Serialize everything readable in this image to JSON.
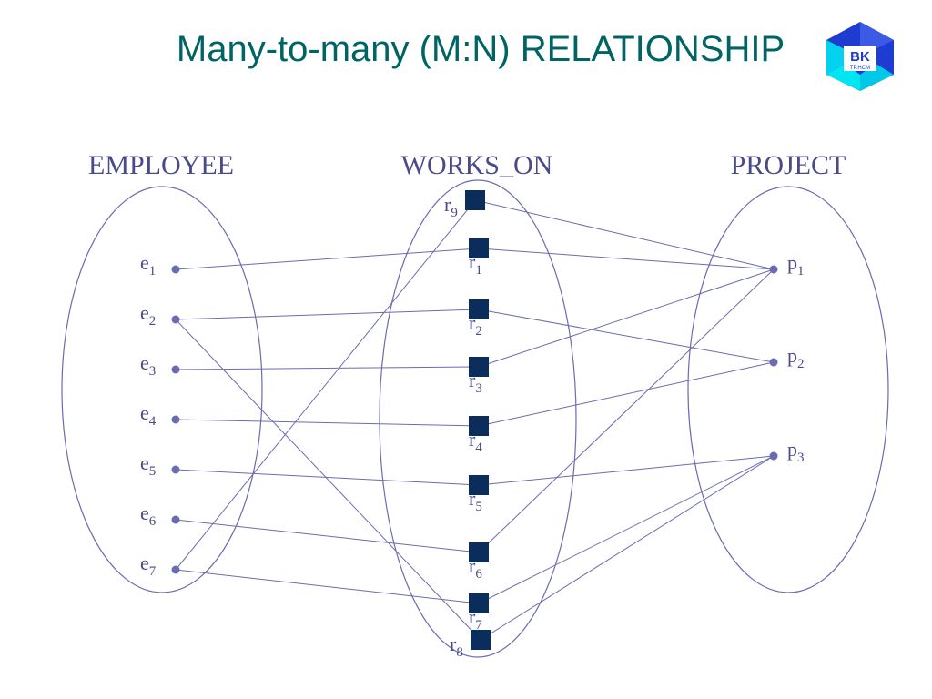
{
  "title": "Many-to-many (M:N) RELATIONSHIP",
  "logo": {
    "text": "BK",
    "subtext": "TP.HCM"
  },
  "colors": {
    "title": "#006464",
    "line": "#6b6bb0",
    "node": "#6b6bb0",
    "relation": "#0a2d5c",
    "label": "#4a4a8a"
  },
  "sets": [
    {
      "id": "employee",
      "label": "EMPLOYEE"
    },
    {
      "id": "works_on",
      "label": "WORKS_ON"
    },
    {
      "id": "project",
      "label": "PROJECT"
    }
  ],
  "employees": [
    {
      "id": "e1",
      "base": "e",
      "sub": "1"
    },
    {
      "id": "e2",
      "base": "e",
      "sub": "2"
    },
    {
      "id": "e3",
      "base": "e",
      "sub": "3"
    },
    {
      "id": "e4",
      "base": "e",
      "sub": "4"
    },
    {
      "id": "e5",
      "base": "e",
      "sub": "5"
    },
    {
      "id": "e6",
      "base": "e",
      "sub": "6"
    },
    {
      "id": "e7",
      "base": "e",
      "sub": "7"
    }
  ],
  "projects": [
    {
      "id": "p1",
      "base": "p",
      "sub": "1"
    },
    {
      "id": "p2",
      "base": "p",
      "sub": "2"
    },
    {
      "id": "p3",
      "base": "p",
      "sub": "3"
    }
  ],
  "relations": [
    {
      "id": "r9",
      "base": "r",
      "sub": "9"
    },
    {
      "id": "r1",
      "base": "r",
      "sub": "1"
    },
    {
      "id": "r2",
      "base": "r",
      "sub": "2"
    },
    {
      "id": "r3",
      "base": "r",
      "sub": "3"
    },
    {
      "id": "r4",
      "base": "r",
      "sub": "4"
    },
    {
      "id": "r5",
      "base": "r",
      "sub": "5"
    },
    {
      "id": "r6",
      "base": "r",
      "sub": "6"
    },
    {
      "id": "r7",
      "base": "r",
      "sub": "7"
    },
    {
      "id": "r8",
      "base": "r",
      "sub": "8"
    }
  ],
  "links": [
    {
      "employee": "e1",
      "relation": "r1",
      "project": "p1"
    },
    {
      "employee": "e2",
      "relation": "r2",
      "project": "p2"
    },
    {
      "employee": "e3",
      "relation": "r3",
      "project": "p1"
    },
    {
      "employee": "e4",
      "relation": "r4",
      "project": "p2"
    },
    {
      "employee": "e5",
      "relation": "r5",
      "project": "p3"
    },
    {
      "employee": "e6",
      "relation": "r6",
      "project": "p1"
    },
    {
      "employee": "e7",
      "relation": "r7",
      "project": "p3"
    },
    {
      "employee": "e2",
      "relation": "r8",
      "project": "p3"
    },
    {
      "employee": "e7",
      "relation": "r9",
      "project": "p1"
    }
  ]
}
